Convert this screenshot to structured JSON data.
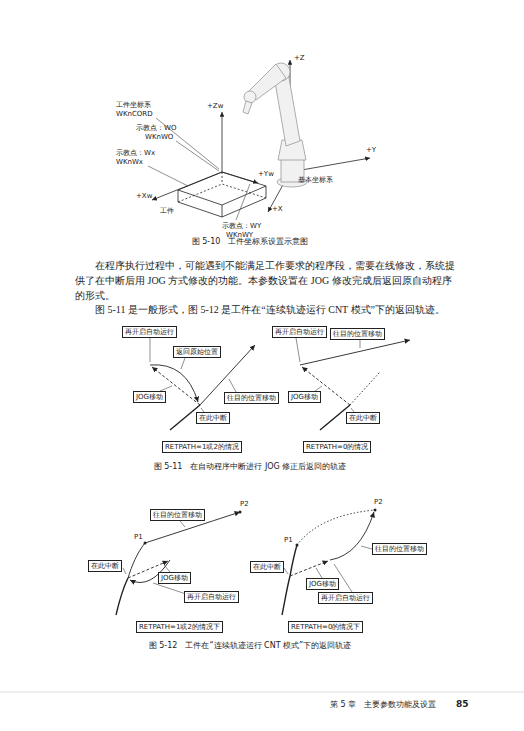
{
  "diagram": {
    "nodes": [
      {
        "text": [
          "再开启自动运行"
        ]
      },
      {
        "text": [
          "再开启自动运行"
        ]
      },
      {
        "text": [
          "返回原始位置"
        ]
      },
      {
        "text": [
          "往目的位置移动"
        ]
      },
      {
        "text": [
          "往目的位置移动"
        ]
      },
      {
        "text": [
          "JOG移动"
        ]
      },
      {
        "text": [
          "JOG移动"
        ]
      },
      {
        "text": [
          "在此中断"
        ]
      },
      {
        "text": [
          "在此中断"
        ]
      },
      {
        "text": [
          "RETPATH=1或2的情况"
        ]
      },
      {
        "text": [
          "RETPATH=0的情况"
        ]
      },
      {
        "text": [
          "往目的位置移动"
        ]
      },
      {
        "text": [
          "在此中断"
        ]
      },
      {
        "text": [
          "在此中断"
        ]
      },
      {
        "text": [
          "往目的位置移动"
        ]
      },
      {
        "text": [
          "JOG移动"
        ]
      },
      {
        "text": [
          "JOG移动"
        ]
      },
      {
        "text": [
          "再开启自动运行"
        ]
      },
      {
        "text": [
          "再开启自动运行"
        ]
      },
      {
        "text": [
          "RETPATH=1或2的情况下"
        ]
      },
      {
        "text": [
          "RETPATH=0的情况下"
        ]
      }
    ],
    "labels": [
      "+Z",
      "工件坐标系",
      "WKnCORD",
      "+Zw",
      "示教点：WO",
      "WKnWO",
      "示教点：Wx",
      "WKnWx",
      "+Xw",
      "+Yw",
      "工件",
      "示教点：WY",
      "WKnWY",
      "+X",
      "+Y",
      "基本坐标系",
      "图 5-10　工件坐标系设置示意图",
      "在程序执行过程中，可能遇到不能满足工作要求的程序段，需要在线修改，系统提供了在中断后用 JOG 方式修改的功能。本参数设置在 JOG 修改完成后返回原自动程序的形式。",
      "图 5-11 是一般形式，图 5-12 是工件在“连续轨迹运行 CNT 模式”下的返回轨迹。",
      "图 5-11　在自动程序中断进行 JOG 修正后返回的轨迹",
      "P2",
      "P1",
      "P1",
      "P2",
      "图 5-12　工件在“连续轨迹运行 CNT 模式”下的返回轨迹",
      "第 5 章　主要参数功能及设置",
      "85"
    ]
  }
}
